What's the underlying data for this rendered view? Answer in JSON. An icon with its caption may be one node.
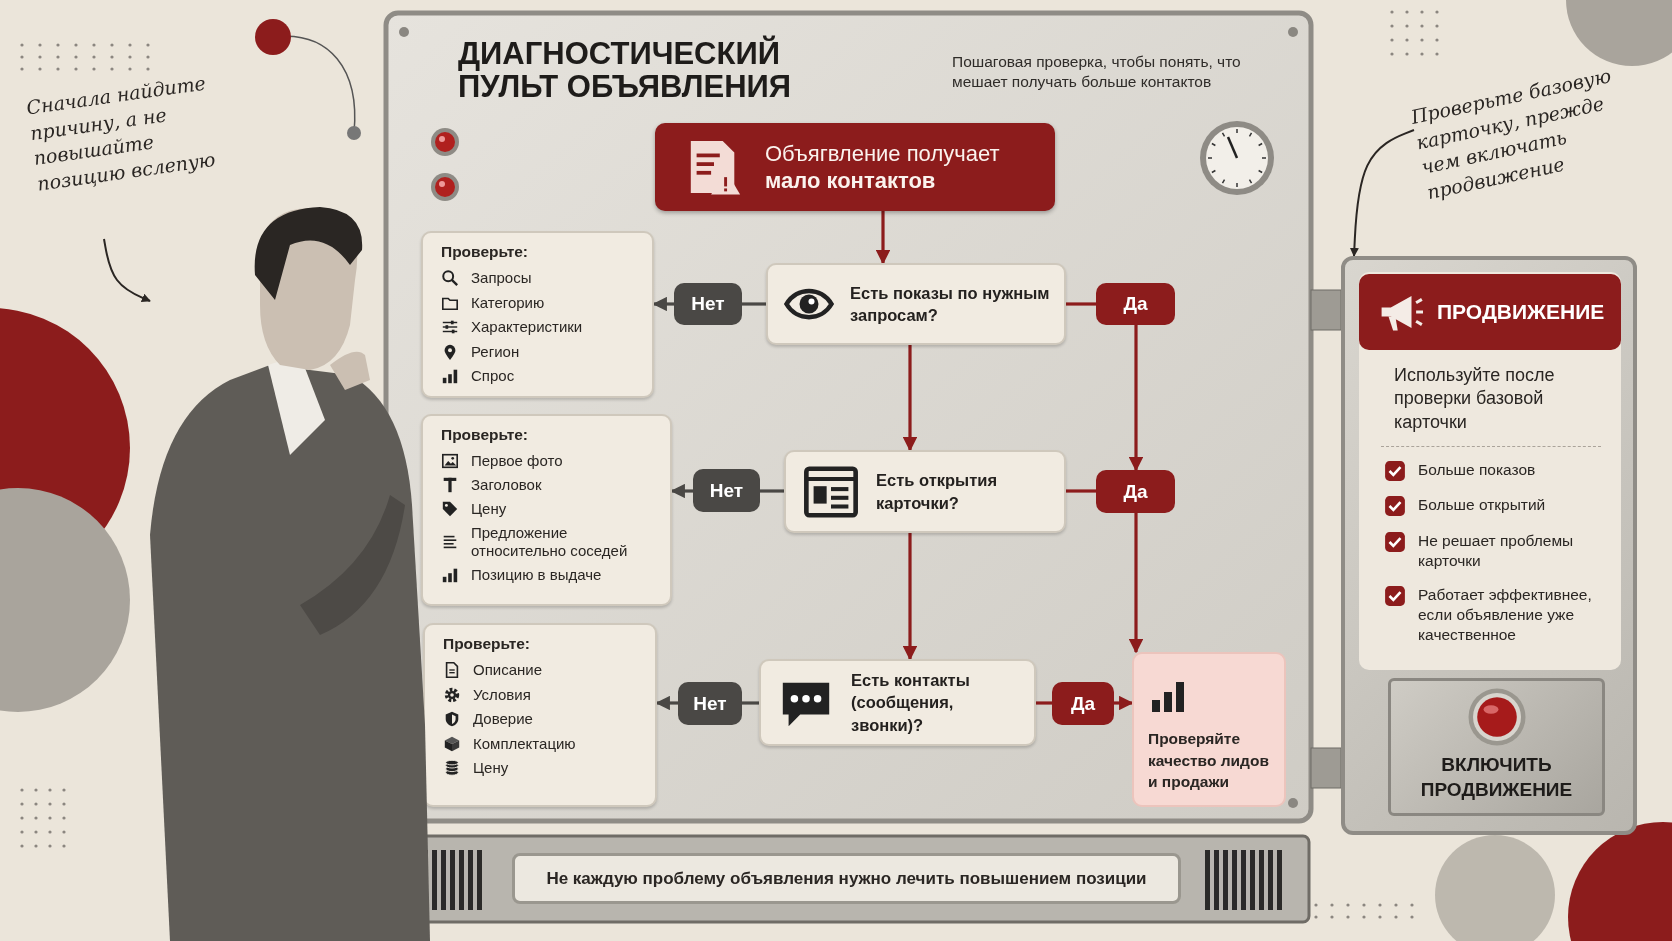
{
  "diagram": {
    "title": "ДИАГНОСТИЧЕСКИЙ ПУЛЬТ ОБЪЯВЛЕНИЯ",
    "nodes": [
      {
        "text": [
          "Объягвление получает **мало контактов**"
        ]
      },
      {
        "text": [
          "Есть показы по нужным запросам?"
        ]
      },
      {
        "text": [
          "Нет"
        ]
      },
      {
        "text": [
          "Проверьте:",
          "Запросы",
          "Категорию",
          "Характеристики",
          "Регион",
          "Спрос"
        ]
      },
      {
        "text": [
          "Да"
        ]
      },
      {
        "text": [
          "Есть открытия карточки?"
        ]
      },
      {
        "text": [
          "Нет"
        ]
      },
      {
        "text": [
          "Проверьте:",
          "Первое фото",
          "Заголовок",
          "Цену",
          "Предложение относительно соседей",
          "Позицию в выдаче"
        ]
      },
      {
        "text": [
          "Да"
        ]
      },
      {
        "text": [
          "Есть контакты (сообщения, звонки)?"
        ]
      },
      {
        "text": [
          "Нет"
        ]
      },
      {
        "text": [
          "Проверьте:",
          "Описание",
          "Условия",
          "Доверие",
          "Комплектацию",
          "Цену"
        ]
      },
      {
        "text": [
          "Да"
        ]
      },
      {
        "text": [
          "Проверяйте качество лидов и продажи"
        ]
      },
      {
        "text": [
          "ПРОДВИЖЕНИЕ",
          "Используйте после проверки базовой карточки",
          "Больше показов",
          "Больше открытий",
          "Не решает проблемы карточки",
          "Работает эффективнее, если объявление уже качественное"
        ]
      },
      {
        "text": [
          "ВКЛЮЧИТЬ ПРОДВИЖЕНИЕ"
        ],
        "in": 14
      },
      {
        "text": [
          "Не каждую проблему объявления нужно лечить повышением позиции"
        ]
      },
      {
        "text": [
          "Сначала найдите причину, а не повышайте позицию вслепую"
        ]
      },
      {
        "text": [],
        "shape": "picture"
      },
      {
        "text": [
          "Проверьте базовую карточку, прежде чем включать продвижение"
        ]
      }
    ],
    "edges": [
      {
        "from": 0,
        "to": 1,
        "arrow": "to"
      },
      {
        "from": 1,
        "to": 2,
        "arrow": "none",
        "color": "#4a4845"
      },
      {
        "from": 2,
        "to": 3,
        "arrow": "to",
        "color": "#4a4845"
      },
      {
        "from": 1,
        "to": 5,
        "arrow": "to"
      },
      {
        "from": 1,
        "to": 4,
        "arrow": "none"
      },
      {
        "from": 4,
        "to": 8,
        "arrow": "to"
      },
      {
        "from": 5,
        "to": 6,
        "arrow": "none",
        "color": "#4a4845"
      },
      {
        "from": 6,
        "to": 7,
        "arrow": "to",
        "color": "#4a4845"
      },
      {
        "from": 5,
        "to": 8,
        "arrow": "none"
      },
      {
        "from": 8,
        "to": 13,
        "arrow": "to"
      },
      {
        "from": 5,
        "to": 9,
        "arrow": "to"
      },
      {
        "from": 9,
        "to": 10,
        "arrow": "none",
        "color": "#4a4845"
      },
      {
        "from": 10,
        "to": 11,
        "arrow": "to",
        "color": "#4a4845"
      },
      {
        "from": 9,
        "to": 12,
        "arrow": "none"
      },
      {
        "from": 12,
        "to": 13,
        "arrow": "to"
      },
      {
        "from": 17,
        "to": 18,
        "arrow": "to",
        "color": "#2a2623"
      },
      {
        "from": 19,
        "to": 14,
        "arrow": "to",
        "color": "#2a2623"
      }
    ],
    "labels": [
      "Пошаговая проверка, чтобы понять, что мешает получать больше контактов"
    ]
  }
}
